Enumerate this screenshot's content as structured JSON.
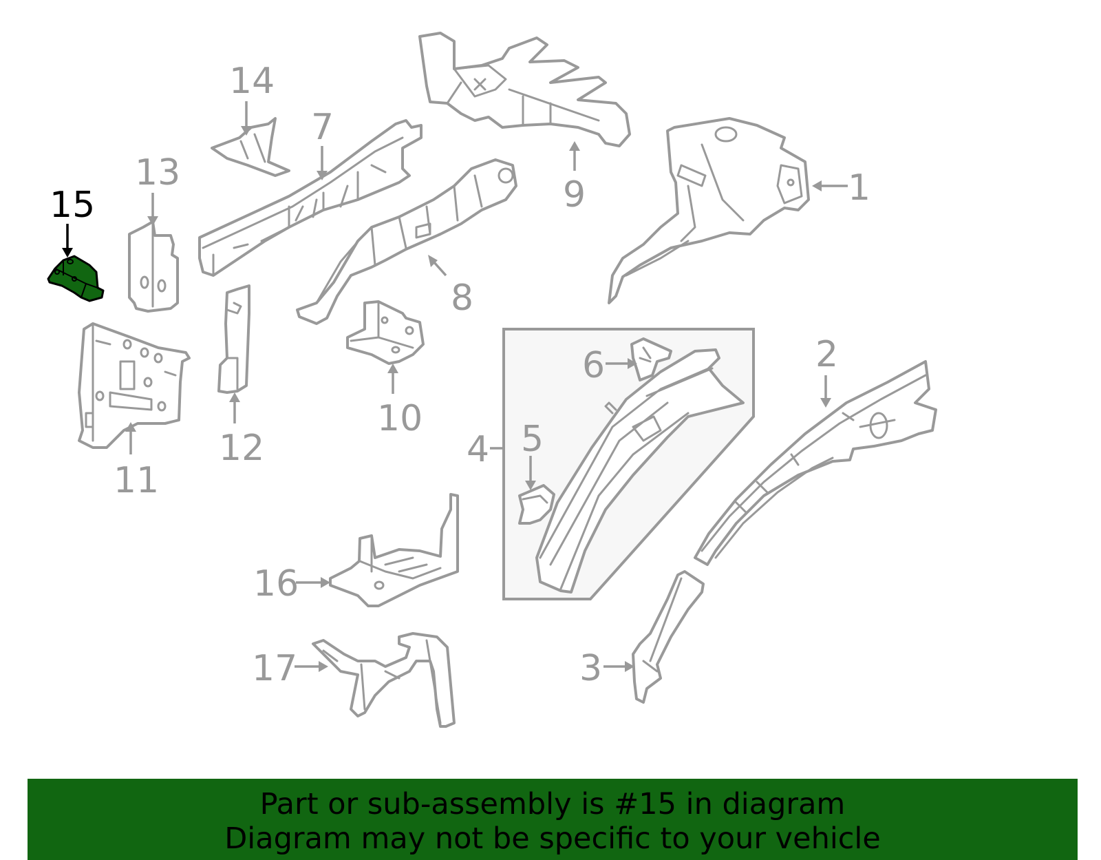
{
  "banner": {
    "line1": "Part or sub-assembly is #15 in diagram",
    "line2": "Diagram may not be specific to your vehicle"
  },
  "callouts": {
    "c1": "1",
    "c2": "2",
    "c3": "3",
    "c4": "4",
    "c5": "5",
    "c6": "6",
    "c7": "7",
    "c8": "8",
    "c9": "9",
    "c10": "10",
    "c11": "11",
    "c12": "12",
    "c13": "13",
    "c14": "14",
    "c15": "15",
    "c16": "16",
    "c17": "17"
  },
  "colors": {
    "highlight": "#116611",
    "line": "#999999",
    "banner": "#116611"
  }
}
